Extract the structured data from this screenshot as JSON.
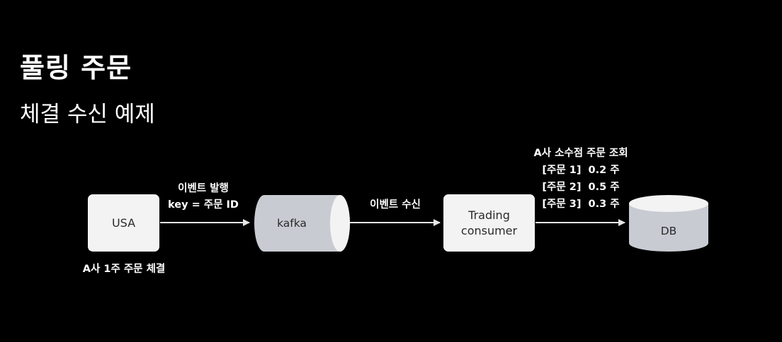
{
  "title": "풀링 주문",
  "subtitle": "체결 수신 예제",
  "nodes": {
    "usa": {
      "label": "USA"
    },
    "kafka": {
      "label": "kafka"
    },
    "consumer": {
      "line1": "Trading",
      "line2": "consumer"
    },
    "db": {
      "label": "DB"
    }
  },
  "edges": {
    "publish": {
      "line1": "이벤트 발행",
      "line2": "key = 주문 ID"
    },
    "receive": {
      "label": "이벤트 수신"
    },
    "query": {
      "line1": "A사 소수점 주문 조회",
      "line2": "[주문 1]  0.2 주",
      "line3": "[주문 2]  0.5 주",
      "line4": "[주문 3]  0.3 주"
    }
  },
  "annotations": {
    "usa_below": "A사 1주 주문 체결"
  },
  "colors": {
    "background": "#000000",
    "box_fill": "#f3f3f3",
    "cylinder_body": "#c8cbd2",
    "cylinder_top": "#f3f3f3",
    "arrow": "#e6e6e6"
  }
}
